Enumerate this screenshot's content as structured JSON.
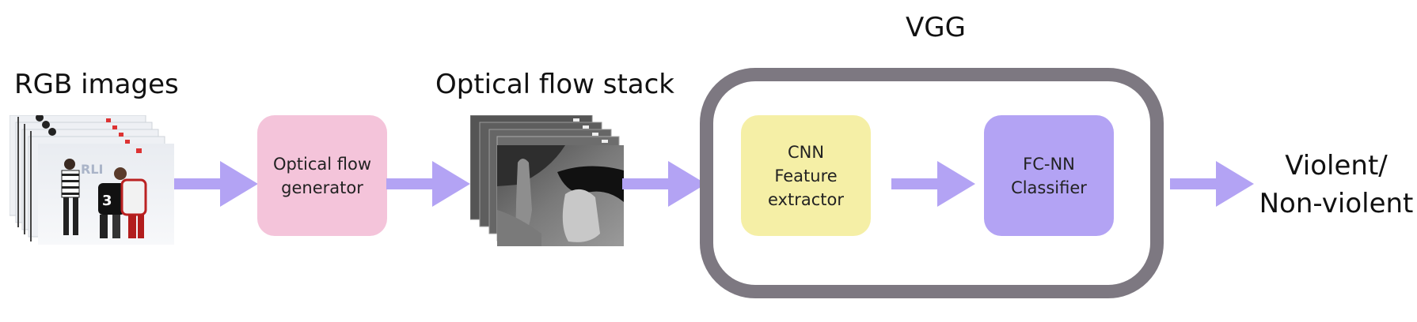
{
  "labels": {
    "rgb_images": "RGB images",
    "optical_flow_stack": "Optical flow stack",
    "vgg": "VGG"
  },
  "boxes": {
    "flow_generator": {
      "line1": "Optical flow",
      "line2": "generator"
    },
    "cnn": {
      "line1": "CNN",
      "line2": "Feature extractor"
    },
    "fcnn": {
      "line1": "FC-NN",
      "line2": "Classifier"
    }
  },
  "result": {
    "line1": "Violent/",
    "line2": "Non-violent"
  },
  "colors": {
    "arrow": "#b3a3f4",
    "flow_generator": "#f4c4da",
    "cnn": "#f5efa6",
    "fcnn": "#b3a3f4",
    "vgg_frame": "#7d7881"
  }
}
